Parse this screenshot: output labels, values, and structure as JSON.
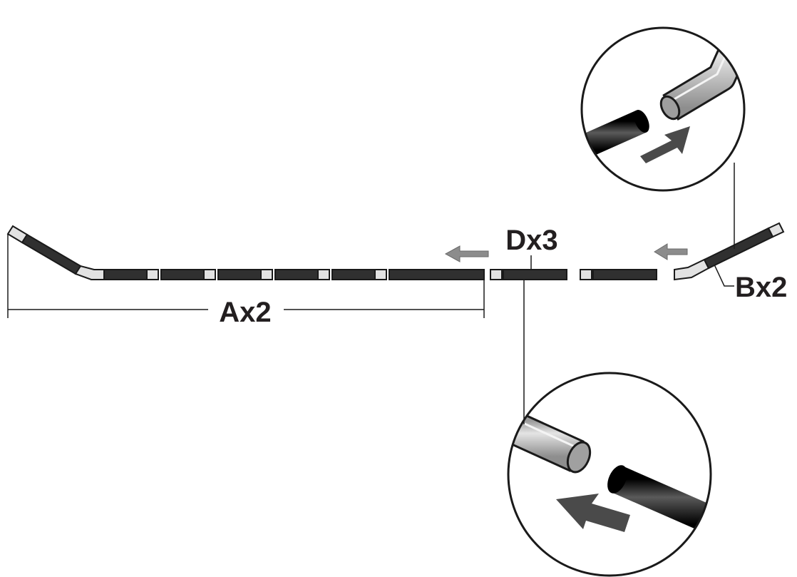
{
  "labels": {
    "part_a": "Ax2",
    "part_b": "Bx2",
    "part_d": "Dx3"
  },
  "colors": {
    "tube_dark": "#303030",
    "sleeve_light": "#e2e2e2",
    "outline": "#1a1a1a",
    "arrow_gray": "#8c8c8c",
    "arrow_dark": "#4a4a4a",
    "rod_gray": "#c2c2c2"
  },
  "icons": {
    "detail_top": "tube-insert-detail-icon",
    "detail_bottom": "tube-insert-detail-icon",
    "assembly_arrow": "left-arrow-icon"
  }
}
